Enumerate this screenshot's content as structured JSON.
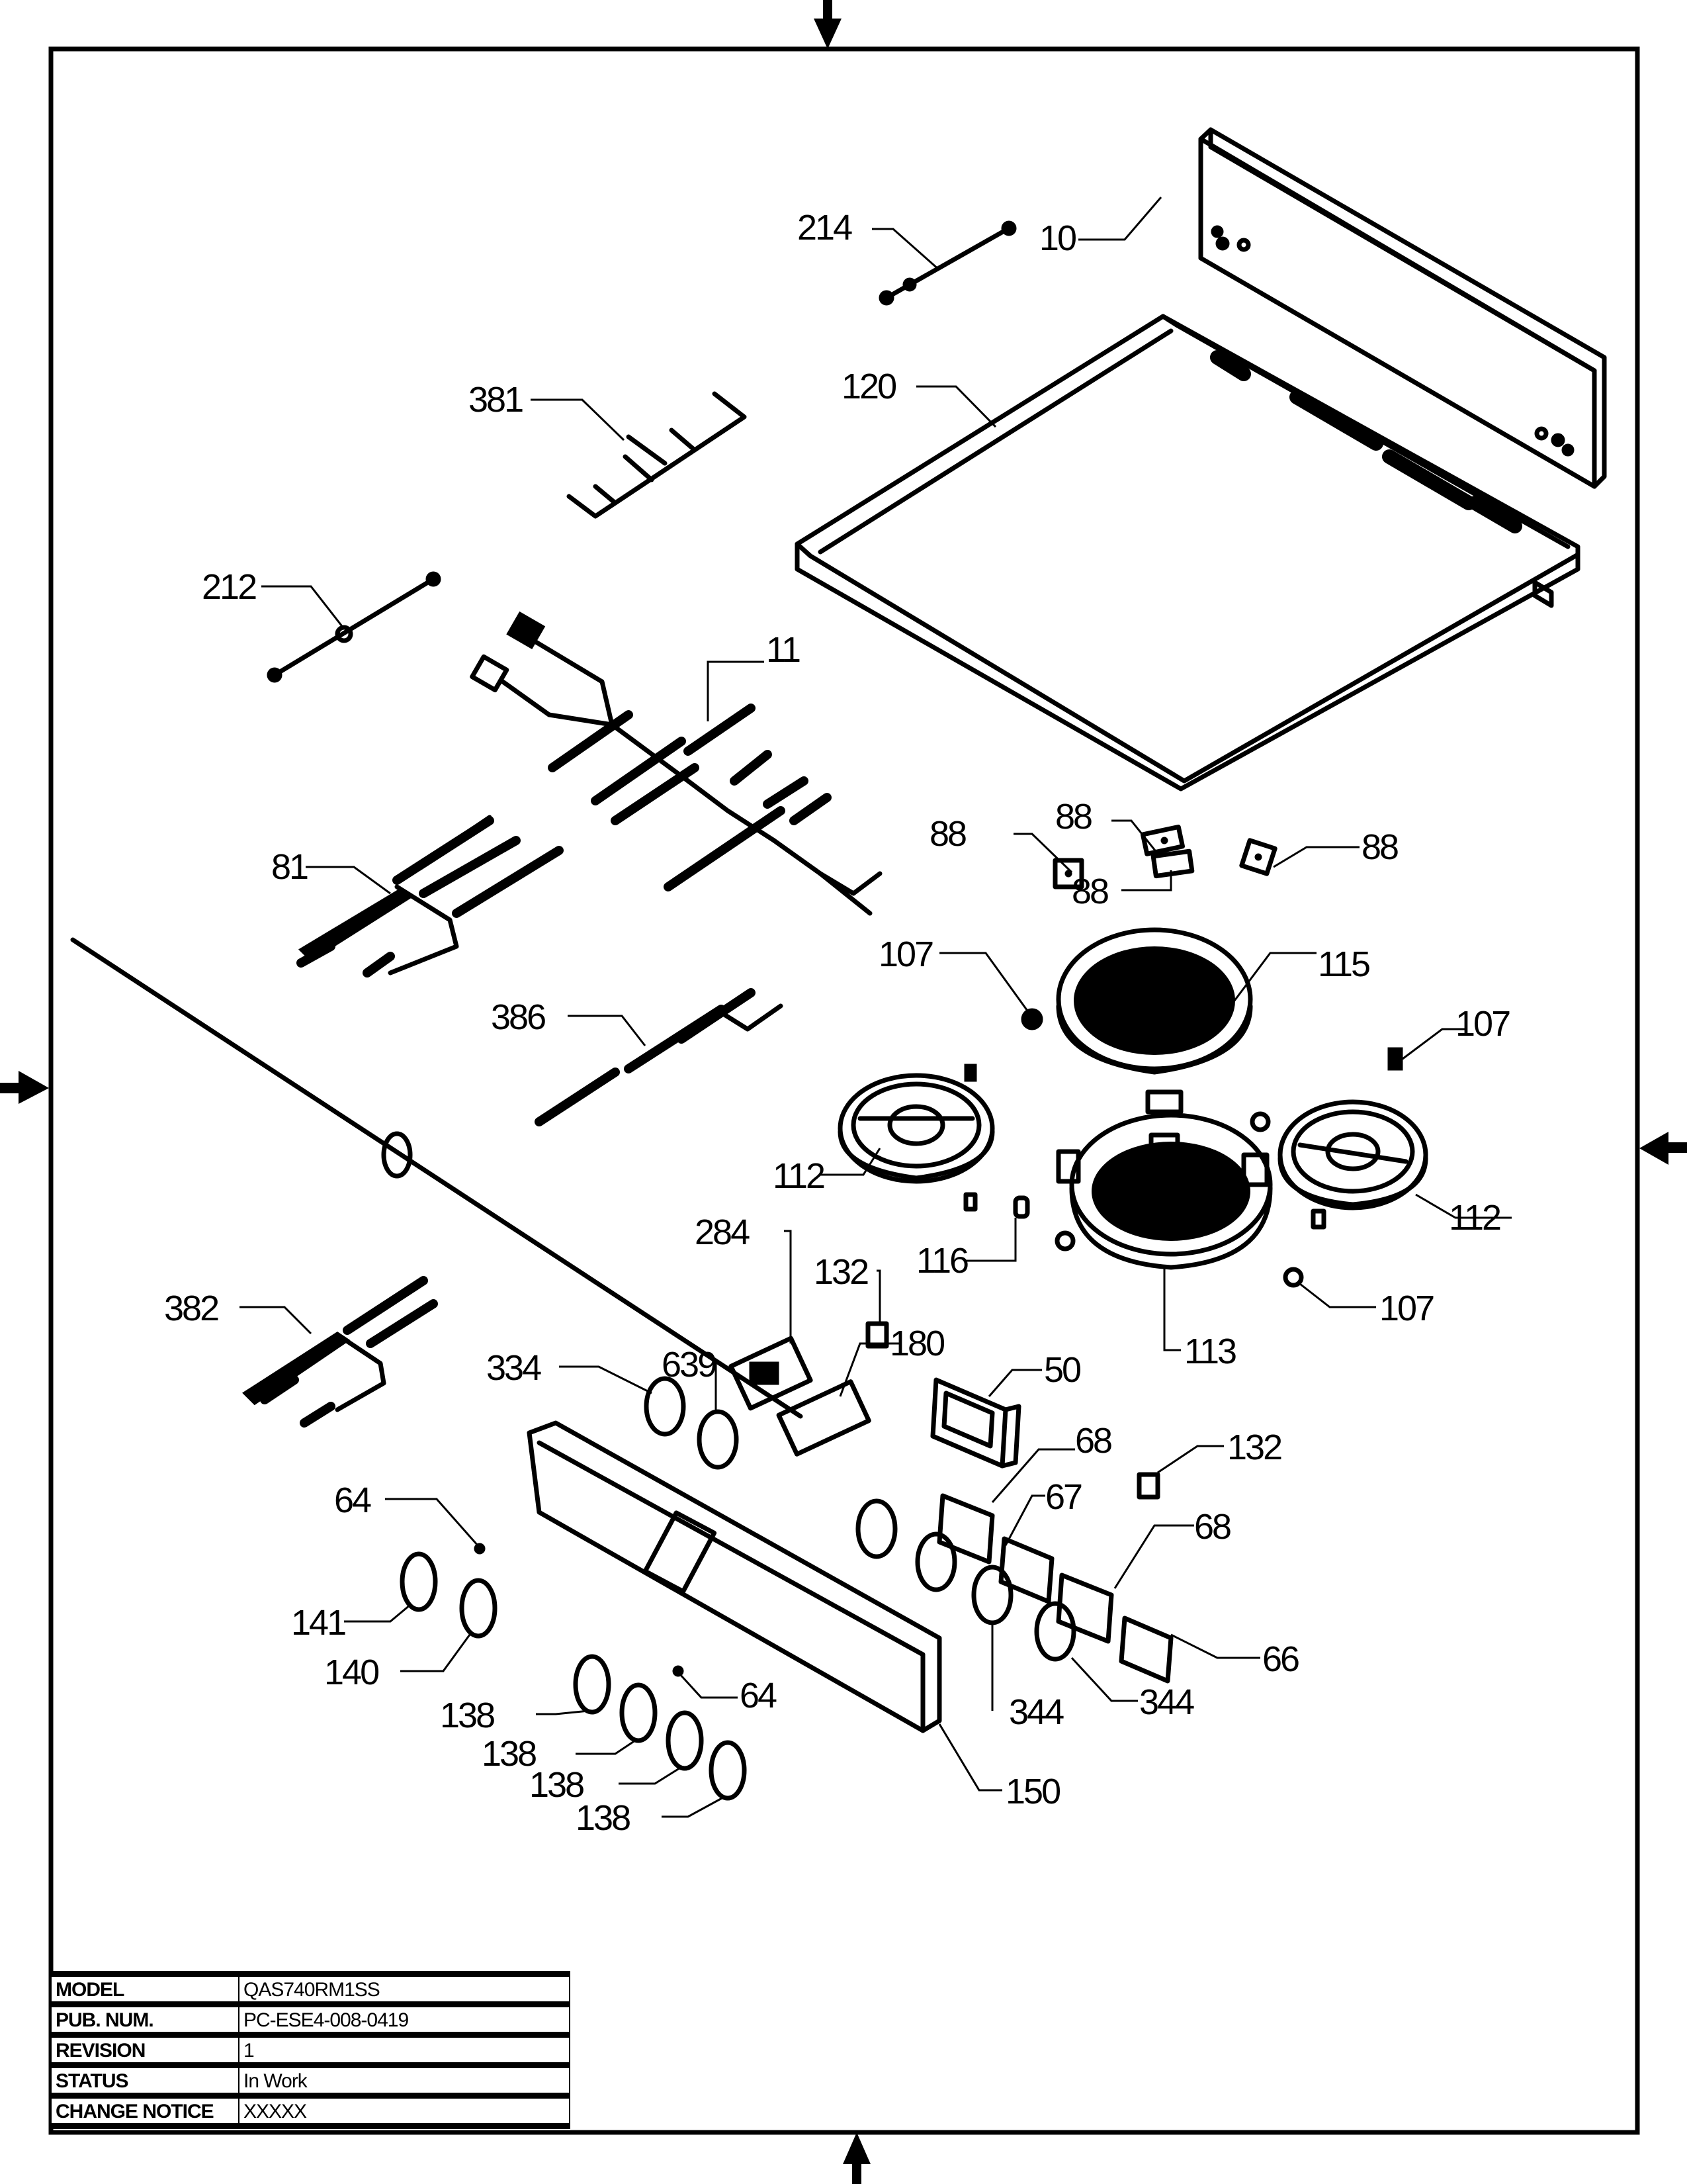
{
  "diagram": {
    "type": "exploded-parts-view",
    "callouts": [
      {
        "id": "c214",
        "label": "214"
      },
      {
        "id": "c10",
        "label": "10"
      },
      {
        "id": "c120",
        "label": "120"
      },
      {
        "id": "c381",
        "label": "381"
      },
      {
        "id": "c212",
        "label": "212"
      },
      {
        "id": "c11",
        "label": "11"
      },
      {
        "id": "c81",
        "label": "81"
      },
      {
        "id": "c88a",
        "label": "88"
      },
      {
        "id": "c88b",
        "label": "88"
      },
      {
        "id": "c88c",
        "label": "88"
      },
      {
        "id": "c88d",
        "label": "88"
      },
      {
        "id": "c107a",
        "label": "107"
      },
      {
        "id": "c115",
        "label": "115"
      },
      {
        "id": "c107b",
        "label": "107"
      },
      {
        "id": "c386",
        "label": "386"
      },
      {
        "id": "c112a",
        "label": "112"
      },
      {
        "id": "c112b",
        "label": "112"
      },
      {
        "id": "c116",
        "label": "116"
      },
      {
        "id": "c107c",
        "label": "107"
      },
      {
        "id": "c113",
        "label": "113"
      },
      {
        "id": "c284",
        "label": "284"
      },
      {
        "id": "c132a",
        "label": "132"
      },
      {
        "id": "c382",
        "label": "382"
      },
      {
        "id": "c639",
        "label": "639"
      },
      {
        "id": "c180",
        "label": "180"
      },
      {
        "id": "c334",
        "label": "334"
      },
      {
        "id": "c50",
        "label": "50"
      },
      {
        "id": "c68a",
        "label": "68"
      },
      {
        "id": "c132b",
        "label": "132"
      },
      {
        "id": "c67",
        "label": "67"
      },
      {
        "id": "c64a",
        "label": "64"
      },
      {
        "id": "c68b",
        "label": "68"
      },
      {
        "id": "c141",
        "label": "141"
      },
      {
        "id": "c66",
        "label": "66"
      },
      {
        "id": "c140",
        "label": "140"
      },
      {
        "id": "c64b",
        "label": "64"
      },
      {
        "id": "c344a",
        "label": "344"
      },
      {
        "id": "c344b",
        "label": "344"
      },
      {
        "id": "c138a",
        "label": "138"
      },
      {
        "id": "c138b",
        "label": "138"
      },
      {
        "id": "c138c",
        "label": "138"
      },
      {
        "id": "c138d",
        "label": "138"
      },
      {
        "id": "c150",
        "label": "150"
      }
    ]
  },
  "title_block": {
    "rows": [
      {
        "key": "MODEL",
        "value": "QAS740RM1SS"
      },
      {
        "key": "PUB. NUM.",
        "value": "PC-ESE4-008-0419"
      },
      {
        "key": "REVISION",
        "value": "1"
      },
      {
        "key": "STATUS",
        "value": "In Work"
      },
      {
        "key": "CHANGE NOTICE",
        "value": "XXXXX"
      }
    ]
  }
}
